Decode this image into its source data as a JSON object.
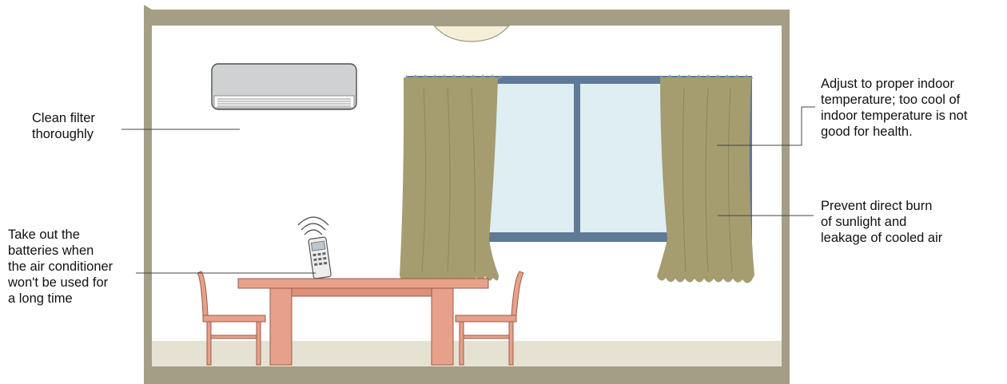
{
  "colors": {
    "wall_frame": "#a39e85",
    "floor": "#e6e2d3",
    "window_frame": "#5e7a96",
    "glass": "#deeef3",
    "curtain": "#a59d70",
    "furniture": "#e7a08a",
    "air_conditioner": "#d0d1d3",
    "leader_line": "#444444"
  },
  "annotations": {
    "filter": {
      "lines": [
        "Clean filter",
        "thoroughly"
      ]
    },
    "batteries": {
      "lines": [
        "Take out the",
        "batteries when",
        "the air conditioner",
        "won't be used for",
        "a long time"
      ]
    },
    "temperature": {
      "lines": [
        "Adjust to proper indoor",
        "temperature; too cool of",
        "indoor temperature is not",
        "good for health."
      ]
    },
    "sunlight": {
      "lines": [
        "Prevent direct burn",
        "of sunlight and",
        "leakage of cooled air"
      ]
    }
  }
}
